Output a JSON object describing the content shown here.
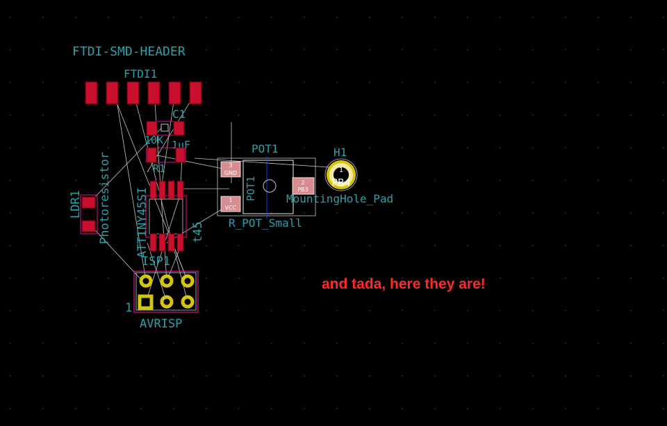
{
  "annotation": "and tada, here they are!",
  "colors": {
    "background": "#000000",
    "grid_dot": "#3a3a3a",
    "smd_pad": "#c8102e",
    "pad_outline": "#6b0010",
    "courtyard": "#d6198f",
    "fab_outline": "#c8c8c8",
    "ratsnest": "#c8c8c8",
    "silk_text": "#2aa1a8",
    "through_hole": "#d6c50f",
    "pot_pad": "#d98c8f",
    "annotation": "#ff2a2a"
  },
  "footprints": {
    "ftdi": {
      "value": "FTDI-SMD-HEADER",
      "ref": "FTDI1"
    },
    "c1": {
      "ref": "C1",
      "value": "1uF"
    },
    "r1": {
      "ref": "R1",
      "value": "10K"
    },
    "ldr": {
      "ref": "LDR1",
      "value": "Photoresistor"
    },
    "u1": {
      "ref": "ATTINY45SI",
      "value": "t45"
    },
    "isp": {
      "ref": "ISP1",
      "value": "AVRISP",
      "pin1": "1"
    },
    "pot": {
      "ref": "POT1",
      "ref_fab": "POT1",
      "value": "R_POT_Small",
      "pads": [
        {
          "num": "3",
          "net": "GND"
        },
        {
          "num": "2",
          "net": "PB3"
        },
        {
          "num": "1",
          "net": "VCC"
        }
      ]
    },
    "h1": {
      "ref": "H1",
      "value": "MountingHole_Pad",
      "pad_num": "1",
      "pad_net": "PB4"
    }
  }
}
